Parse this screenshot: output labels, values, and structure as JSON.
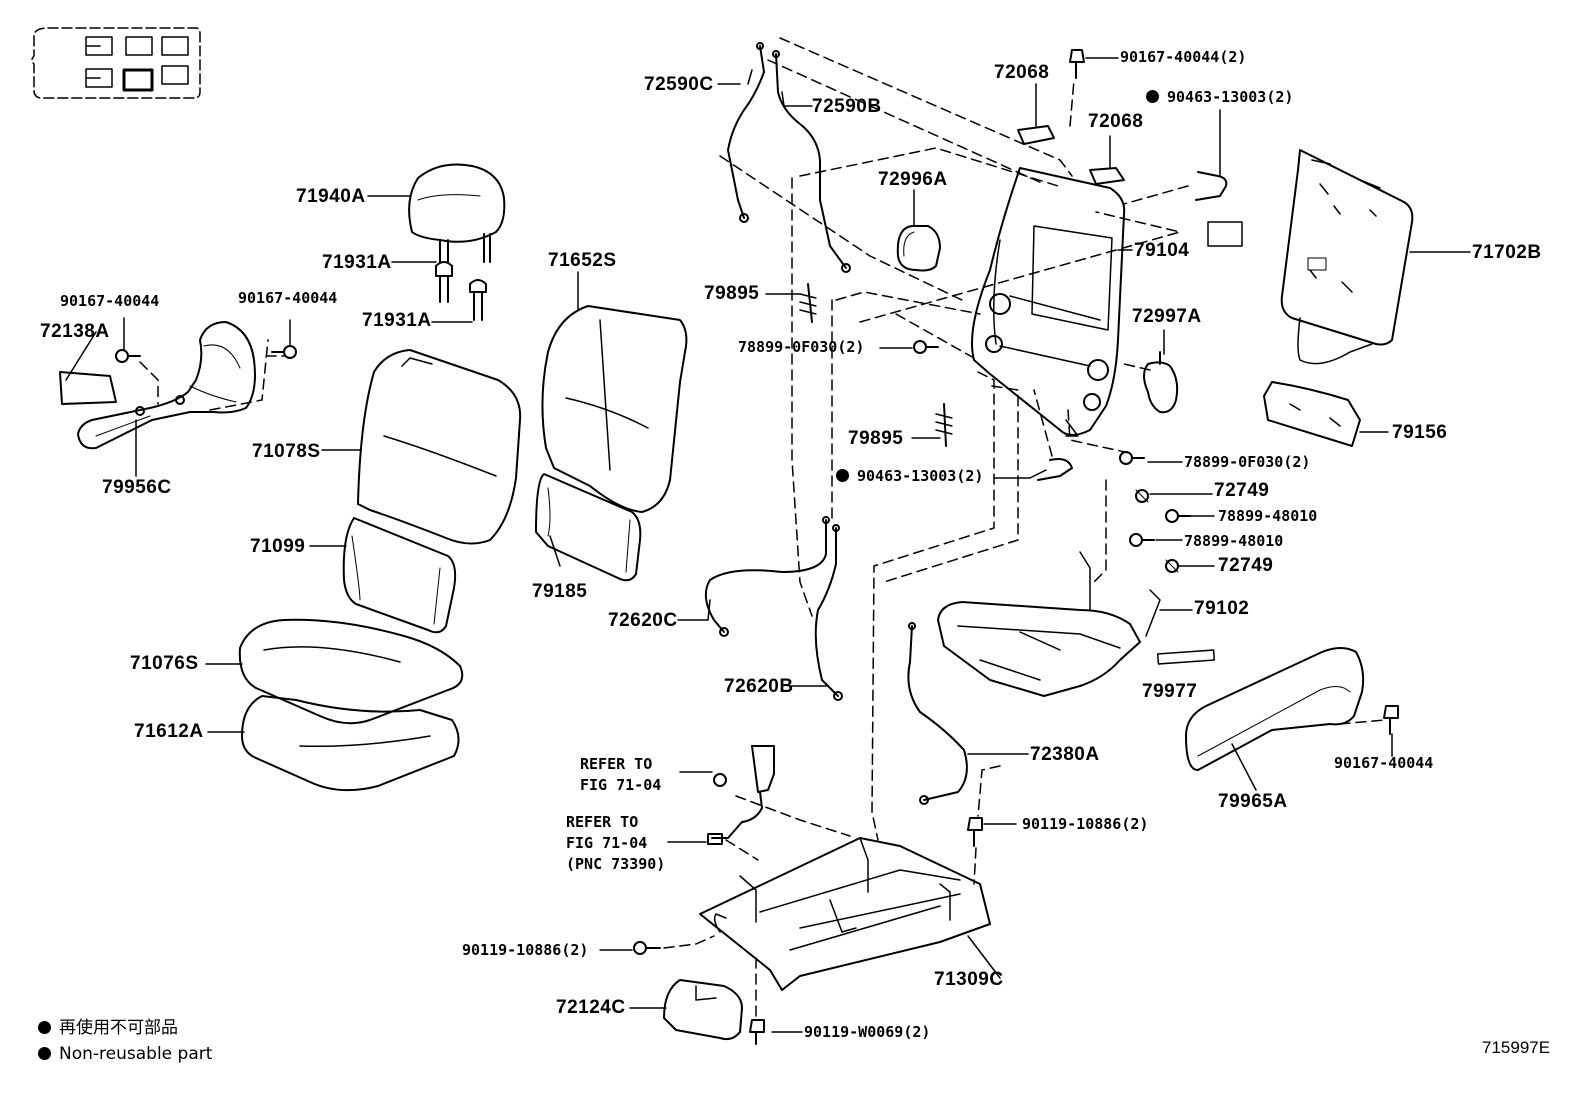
{
  "diagram": {
    "labels": {
      "p71940A": "71940A",
      "p71931A_1": "71931A",
      "p71931A_2": "71931A",
      "p90167_40044_a": "90167-40044",
      "p90167_40044_b": "90167-40044",
      "p72138A": "72138A",
      "p79956C": "79956C",
      "p71078S": "71078S",
      "p71099": "71099",
      "p71076S": "71076S",
      "p71612A": "71612A",
      "p71652S": "71652S",
      "p79185": "79185",
      "p72590C": "72590C",
      "p72590B": "72590B",
      "p79895_1": "79895",
      "p78899_0F030_a": "78899-0F030(2)",
      "p79895_2": "79895",
      "p90463_13003_a": "90463-13003(2)",
      "p72620C": "72620C",
      "p72620B": "72620B",
      "p72996A": "72996A",
      "p72068_1": "72068",
      "p72068_2": "72068",
      "p90167_40044_top": "90167-40044(2)",
      "p90463_13003_top": "90463-13003(2)",
      "p79104": "79104",
      "p72997A": "72997A",
      "p71702B": "71702B",
      "p79156": "79156",
      "p78899_0F030_b": "78899-0F030(2)",
      "p72749_1": "72749",
      "p78899_48010_1": "78899-48010",
      "p78899_48010_2": "78899-48010",
      "p72749_2": "72749",
      "p79102": "79102",
      "p79977": "79977",
      "p79965A": "79965A",
      "p90167_40044_r": "90167-40044",
      "p72380A": "72380A",
      "p90119_10886_a": "90119-10886(2)",
      "p90119_10886_b": "90119-10886(2)",
      "p71309C": "71309C",
      "p72124C": "72124C",
      "p90119_W0069": "90119-W0069(2)"
    },
    "refer_1": "REFER TO\nFIG 71-04",
    "refer_2": "REFER TO\nFIG 71-04\n(PNC 73390)",
    "legend": {
      "line1": "再使用不可部品",
      "line2": "Non-reusable part"
    },
    "illustration_code": "715997E"
  }
}
